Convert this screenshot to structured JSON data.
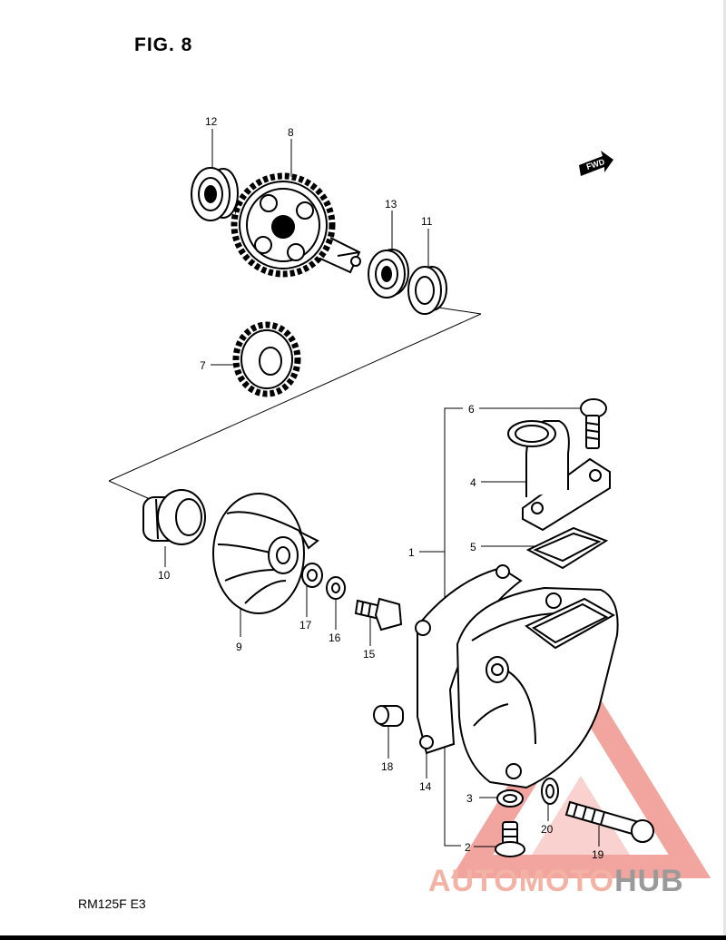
{
  "figure": {
    "title": "FIG. 8",
    "model_code": "RM125F  E3",
    "fwd_label": "FWD"
  },
  "callouts": [
    {
      "id": "c12",
      "label": "12"
    },
    {
      "id": "c8",
      "label": "8"
    },
    {
      "id": "c13",
      "label": "13"
    },
    {
      "id": "c11",
      "label": "11"
    },
    {
      "id": "c7",
      "label": "7"
    },
    {
      "id": "c6",
      "label": "6"
    },
    {
      "id": "c4",
      "label": "4"
    },
    {
      "id": "c1",
      "label": "1"
    },
    {
      "id": "c5",
      "label": "5"
    },
    {
      "id": "c10",
      "label": "10"
    },
    {
      "id": "c9",
      "label": "9"
    },
    {
      "id": "c17",
      "label": "17"
    },
    {
      "id": "c16",
      "label": "16"
    },
    {
      "id": "c15",
      "label": "15"
    },
    {
      "id": "c18",
      "label": "18"
    },
    {
      "id": "c14",
      "label": "14"
    },
    {
      "id": "c3",
      "label": "3"
    },
    {
      "id": "c20",
      "label": "20"
    },
    {
      "id": "c2",
      "label": "2"
    },
    {
      "id": "c19",
      "label": "19"
    }
  ],
  "watermark": {
    "part1": "AUTOMOTO",
    "part2": "HUB",
    "color1": "#f4b2a4",
    "color2": "#9a9a9a"
  },
  "colors": {
    "ink": "#000000",
    "watermark_triangle": "#e85a4f"
  }
}
